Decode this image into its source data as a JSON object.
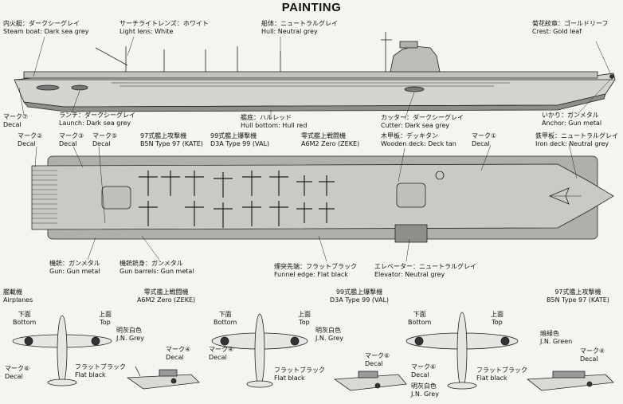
{
  "title": "PAINTING",
  "side_view_labels": {
    "steam_boat": {
      "jp": "内火艇：ダークシーグレイ",
      "en": "Steam boat: Dark sea grey"
    },
    "searchlight": {
      "jp": "サーチライトレンズ：ホワイト",
      "en": "Light lens: White"
    },
    "hull": {
      "jp": "船体：ニュートラルグレイ",
      "en": "Hull: Neutral grey"
    },
    "crest": {
      "jp": "菊花紋章：ゴールドリーフ",
      "en": "Crest: Gold leaf"
    },
    "decal7": {
      "jp": "マーク⑦",
      "en": "Decal"
    },
    "launch": {
      "jp": "ランチ：ダークシーグレイ",
      "en": "Launch: Dark sea grey"
    },
    "hull_bottom": {
      "jp": "艦底：ハルレッド",
      "en": "Hull bottom: Hull red"
    },
    "cutter": {
      "jp": "カッター：ダークシーグレイ",
      "en": "Cutter: Dark sea grey"
    },
    "anchor": {
      "jp": "いかり：ガンメタル",
      "en": "Anchor: Gun metal"
    }
  },
  "top_view_labels": {
    "decal2": {
      "jp": "マーク②",
      "en": "Decal"
    },
    "decal3": {
      "jp": "マーク③",
      "en": "Decal"
    },
    "decal5": {
      "jp": "マーク⑤",
      "en": "Decal"
    },
    "b5n": {
      "jp": "97式艦上攻撃機",
      "en": "B5N Type 97 (KATE)"
    },
    "d3a": {
      "jp": "99式艦上爆撃機",
      "en": "D3A Type 99 (VAL)"
    },
    "a6m2": {
      "jp": "零式艦上戦闘機",
      "en": "A6M2 Zero (ZEKE)"
    },
    "wooden_deck": {
      "jp": "木甲板：デッキタン",
      "en": "Wooden deck: Deck tan"
    },
    "decal1": {
      "jp": "マーク①",
      "en": "Decal"
    },
    "iron_deck": {
      "jp": "鉄甲板：ニュートラルグレイ",
      "en": "Iron deck: Neutral grey"
    },
    "gun": {
      "jp": "機銃：ガンメタル",
      "en": "Gun: Gun metal"
    },
    "gun_barrels": {
      "jp": "機銃銃身：ガンメタル",
      "en": "Gun barrels: Gun metal"
    },
    "funnel": {
      "jp": "煙突先端：フラットブラック",
      "en": "Funnel edge: Flat black"
    },
    "elevator": {
      "jp": "エレベーター：ニュートラルグレイ",
      "en": "Elevator: Neutral grey"
    }
  },
  "airplanes": {
    "heading": {
      "jp": "艦載機",
      "en": "Airplanes"
    },
    "zero": {
      "title_jp": "零式艦上戦闘機",
      "title_en": "A6M2 Zero (ZEKE)",
      "bottom": {
        "jp": "下面",
        "en": "Bottom"
      },
      "top": {
        "jp": "上面",
        "en": "Top"
      },
      "color": {
        "jp": "明灰白色",
        "en": "J.N. Grey"
      },
      "decal4": {
        "jp": "マーク④",
        "en": "Decal"
      },
      "decal6": {
        "jp": "マーク⑥",
        "en": "Decal"
      },
      "flat_black": {
        "jp": "フラットブラック",
        "en": "Flat black"
      }
    },
    "val": {
      "title_jp": "99式艦上爆撃機",
      "title_en": "D3A Type 99 (VAL)",
      "bottom": {
        "jp": "下面",
        "en": "Bottom"
      },
      "top": {
        "jp": "上面",
        "en": "Top"
      },
      "color": {
        "jp": "明灰白色",
        "en": "J.N. Grey"
      },
      "decal4": {
        "jp": "マーク④",
        "en": "Decal"
      },
      "decal6": {
        "jp": "マーク⑥",
        "en": "Decal"
      },
      "flat_black": {
        "jp": "フラットブラック",
        "en": "Flat black"
      }
    },
    "kate": {
      "title_jp": "97式艦上攻撃機",
      "title_en": "B5N Type 97 (KATE)",
      "bottom": {
        "jp": "下面",
        "en": "Bottom"
      },
      "top": {
        "jp": "上面",
        "en": "Top"
      },
      "color_top": {
        "jp": "暗緑色",
        "en": "J.N. Green"
      },
      "color_bottom": {
        "jp": "明灰白色",
        "en": "J.N. Grey"
      },
      "decal4": {
        "jp": "マーク④",
        "en": "Decal"
      },
      "decal6": {
        "jp": "マーク⑥",
        "en": "Decal"
      },
      "flat_black": {
        "jp": "フラットブラック",
        "en": "Flat black"
      }
    }
  },
  "colors": {
    "background": "#f4f4f1",
    "deck": "#c9c9c4",
    "hull": "#9a9a96",
    "line": "#222222"
  }
}
